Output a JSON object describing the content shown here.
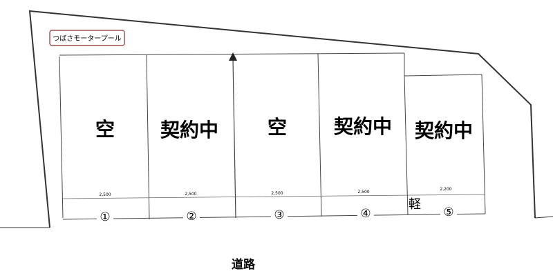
{
  "lot_name": "つばさモータープール",
  "spaces": [
    {
      "number": "①",
      "status": "空",
      "width": "2,500"
    },
    {
      "number": "②",
      "status": "契約中",
      "width": "2,500"
    },
    {
      "number": "③",
      "status": "空",
      "width": "2,500"
    },
    {
      "number": "④",
      "status": "契約中",
      "width": "2,500"
    },
    {
      "number": "⑤",
      "status": "契約中",
      "width": "2,200",
      "note": "軽"
    }
  ],
  "road_label": "道路",
  "colors": {
    "line": "#333333",
    "label_border": "#8b2a2a"
  }
}
